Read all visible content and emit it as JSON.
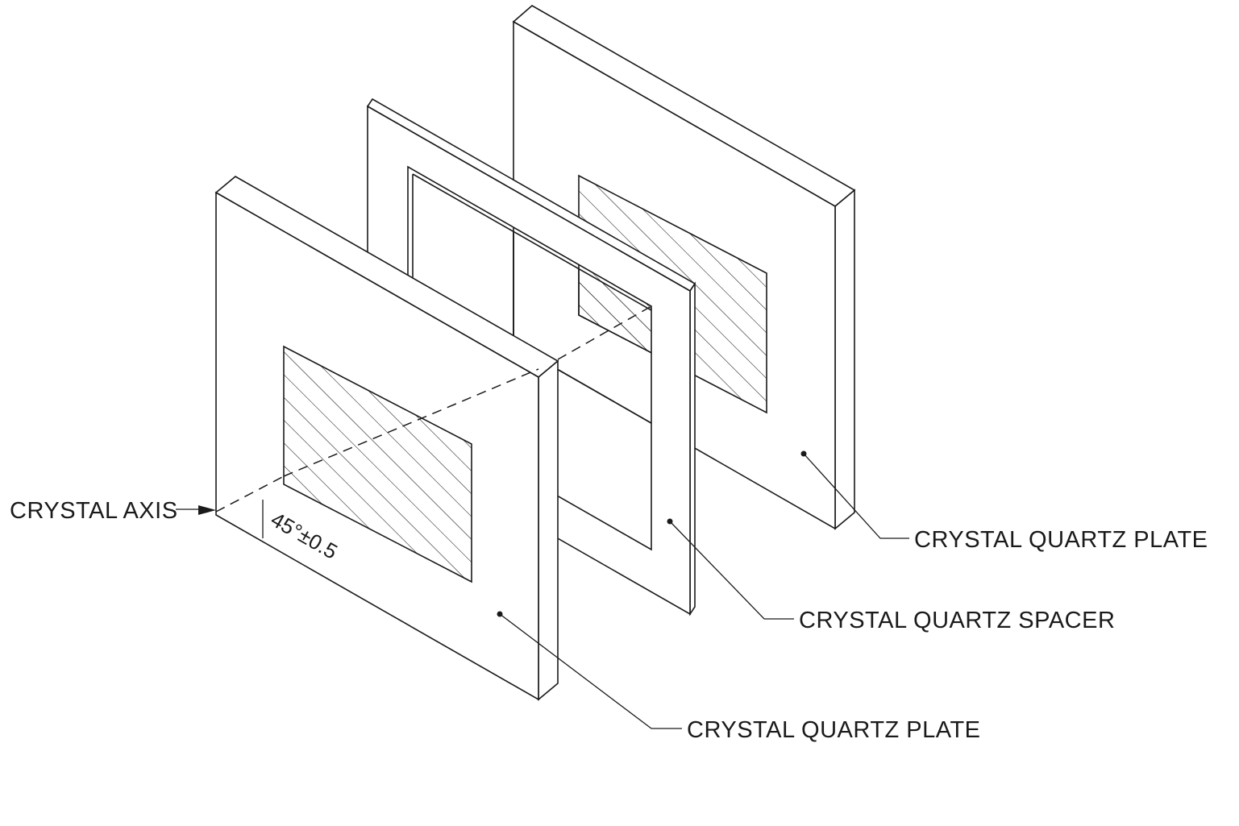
{
  "labels": {
    "crystal_axis": "CRYSTAL AXIS",
    "back_plate": "CRYSTAL QUARTZ PLATE",
    "spacer": "CRYSTAL QUARTZ SPACER",
    "front_plate": "CRYSTAL QUARTZ PLATE",
    "angle_tolerance": "45°±0.5"
  },
  "colors": {
    "line": "#1a1a1a",
    "background": "#ffffff"
  }
}
